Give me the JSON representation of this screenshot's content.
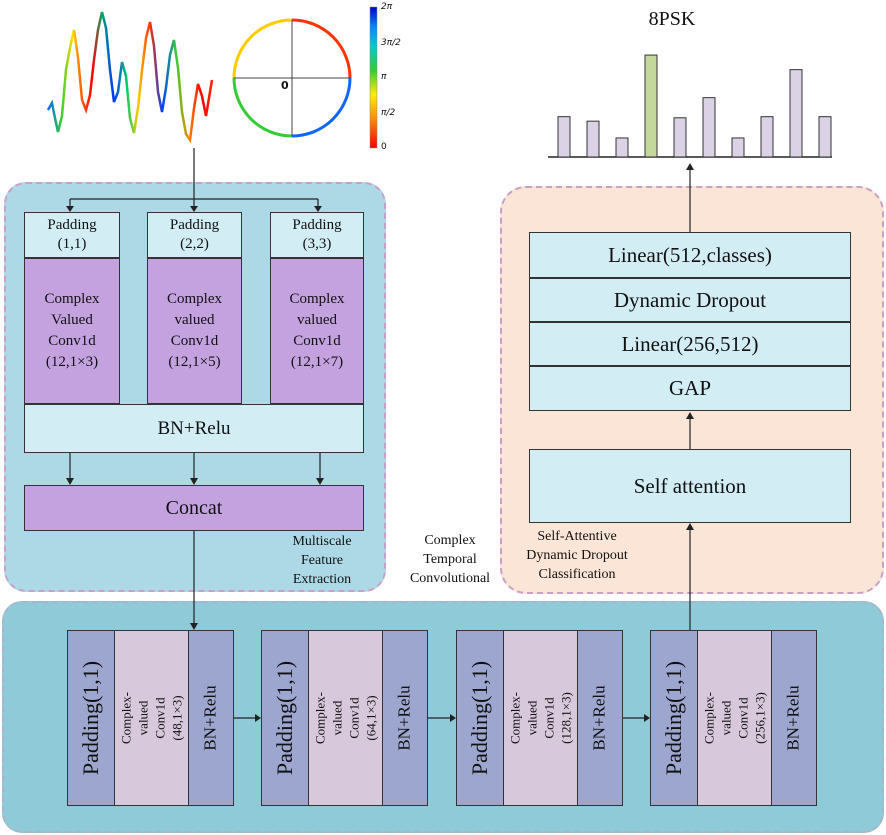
{
  "wave_legend": {
    "ticks": [
      "2π",
      "3π/2",
      "π",
      "π/2",
      "0"
    ],
    "circle_center": "0",
    "colors": [
      "#0000cc",
      "#0088ff",
      "#00cccc",
      "#33cc33",
      "#ffee00",
      "#ff8800",
      "#ff0000"
    ]
  },
  "multiscale": {
    "branches": [
      {
        "padding": "Padding\n(1,1)",
        "conv": "Complex\nValued\nConv1d\n(12,1×3)"
      },
      {
        "padding": "Padding\n(2,2)",
        "conv": "Complex\nvalued\nConv1d\n(12,1×5)"
      },
      {
        "padding": "Padding\n(3,3)",
        "conv": "Complex\nvalued\nConv1d\n(12,1×7)"
      }
    ],
    "bn_relu": "BN+Relu",
    "concat": "Concat",
    "caption": "Multiscale\nFeature\nExtraction"
  },
  "temporal": {
    "caption": "Complex\nTemporal\nConvolutional",
    "blocks": [
      {
        "padding": "Padding(1,1)",
        "conv": "Complex-valued Conv1d\n(48,1×3)",
        "bn": "BN+Relu"
      },
      {
        "padding": "Padding(1,1)",
        "conv": "Complex-valued Conv1d\n(64,1×3)",
        "bn": "BN+Relu"
      },
      {
        "padding": "Padding(1,1)",
        "conv": "Complex-valued Conv1d\n(128,1×3)",
        "bn": "BN+Relu"
      },
      {
        "padding": "Padding(1,1)",
        "conv": "Complex-valued Conv1d\n(256,1×3)",
        "bn": "BN+Relu"
      }
    ]
  },
  "classifier": {
    "layers": [
      "Linear(512,classes)",
      "Dynamic Dropout",
      "Linear(256,512)",
      "GAP"
    ],
    "self_attention": "Self attention",
    "caption": "Self-Attentive\nDynamic Dropout\nClassification"
  },
  "output": {
    "title": "8PSK",
    "bars": [
      0.36,
      0.32,
      0.17,
      0.91,
      0.35,
      0.53,
      0.17,
      0.36,
      0.78,
      0.36
    ],
    "highlight_index": 3,
    "bar_color": "#dcd2e6",
    "highlight_color": "#c5d89c"
  }
}
